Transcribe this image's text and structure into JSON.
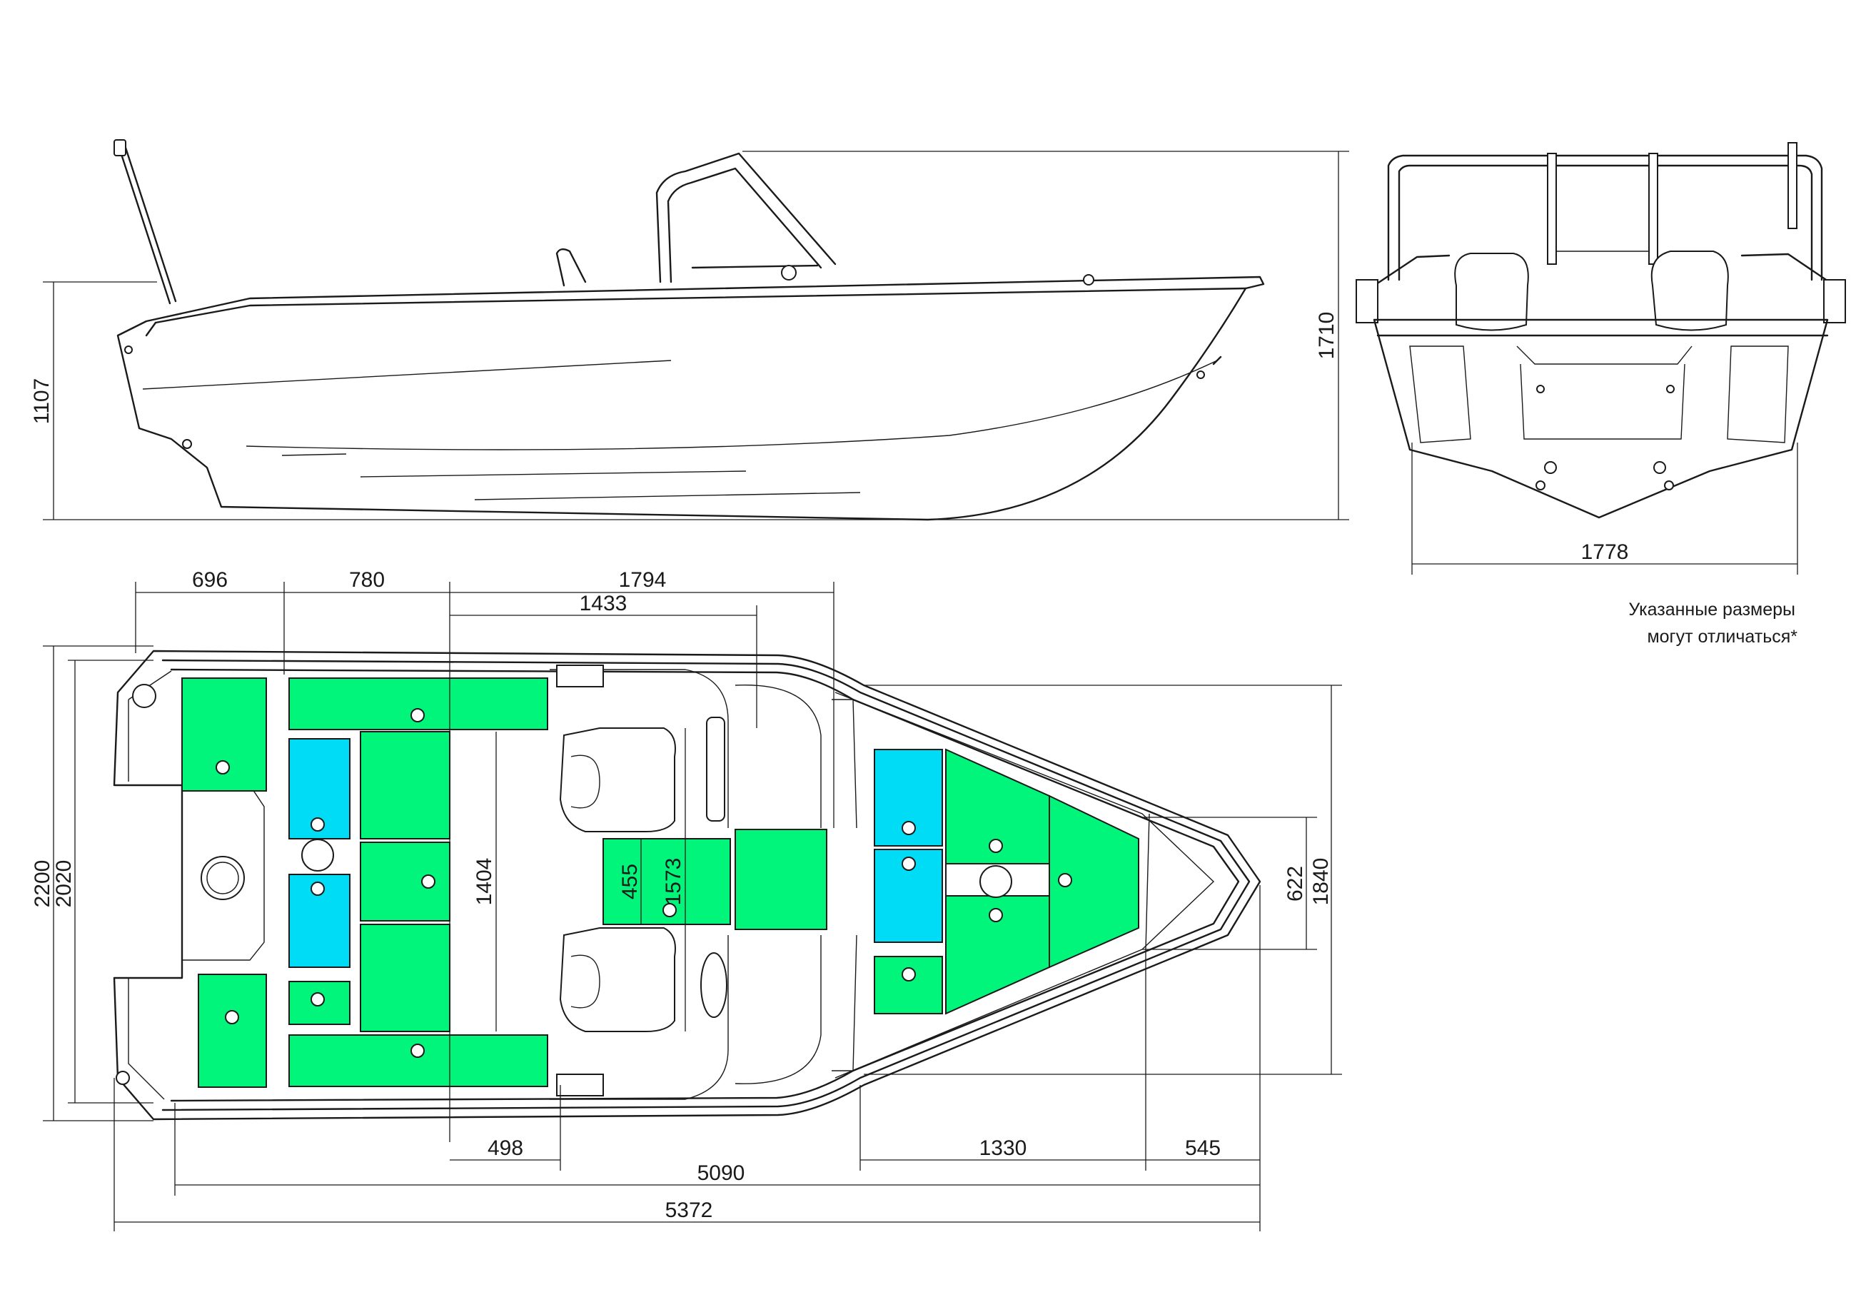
{
  "colors": {
    "green_panel": "#00f57a",
    "cyan_panel": "#00dcf5",
    "line": "#1a1a1a",
    "background": "#ffffff"
  },
  "side_view": {
    "dims": {
      "height": "1107",
      "height_total": "1710"
    }
  },
  "stern_view": {
    "dims": {
      "width": "1778"
    }
  },
  "top_view": {
    "dims": {
      "d696": "696",
      "d780": "780",
      "d1794": "1794",
      "d1433": "1433",
      "d1404": "1404",
      "d455": "455",
      "d1573": "1573",
      "d622": "622",
      "d1840": "1840",
      "d2200": "2200",
      "d2020": "2020",
      "d498": "498",
      "d1330": "1330",
      "d545": "545",
      "d5090": "5090",
      "d5372": "5372"
    }
  },
  "note": {
    "line1": "Указанные размеры",
    "line2": "могут отличаться*"
  }
}
